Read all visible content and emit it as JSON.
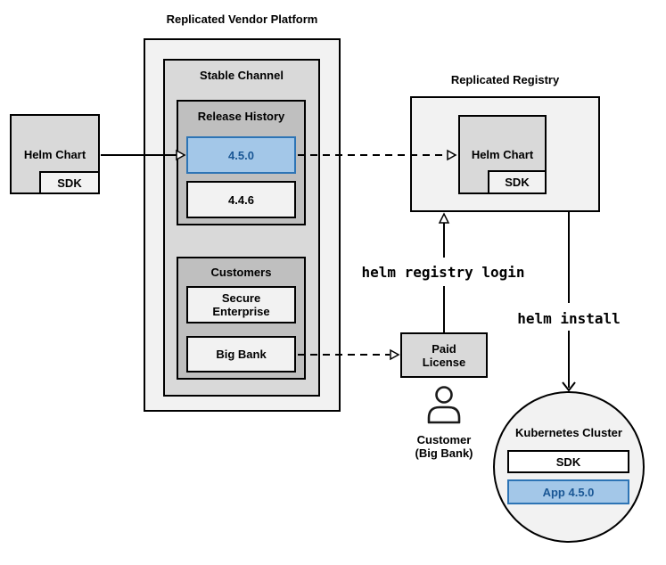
{
  "diagram": {
    "vendor_platform": {
      "title": "Replicated Vendor Platform",
      "stable_channel_title": "Stable Channel",
      "release_history": {
        "title": "Release History",
        "releases": [
          {
            "version": "4.5.0",
            "highlighted": true
          },
          {
            "version": "4.4.6",
            "highlighted": false
          }
        ]
      },
      "customers": {
        "title": "Customers",
        "items": [
          {
            "name": "Secure Enterprise"
          },
          {
            "name": "Big Bank"
          }
        ]
      }
    },
    "source_chart": {
      "label": "Helm Chart",
      "sdk_label": "SDK"
    },
    "registry": {
      "title": "Replicated Registry",
      "chart_label": "Helm Chart",
      "sdk_label": "SDK"
    },
    "paid_license": {
      "label": "Paid License"
    },
    "customer": {
      "line1": "Customer",
      "line2": "(Big Bank)"
    },
    "cluster": {
      "title": "Kubernetes Cluster",
      "sdk_label": "SDK",
      "app_label": "App 4.5.0"
    },
    "commands": {
      "registry_login": "helm registry login",
      "install": "helm install"
    },
    "colors": {
      "highlight_fill": "#A3C7E8",
      "highlight_border": "#2D74B5",
      "highlight_text": "#1A5795",
      "box_lightest": "#F2F2F2",
      "box_medium": "#D9D9D9",
      "box_darker": "#BFBFBF",
      "line": "#000000"
    }
  }
}
